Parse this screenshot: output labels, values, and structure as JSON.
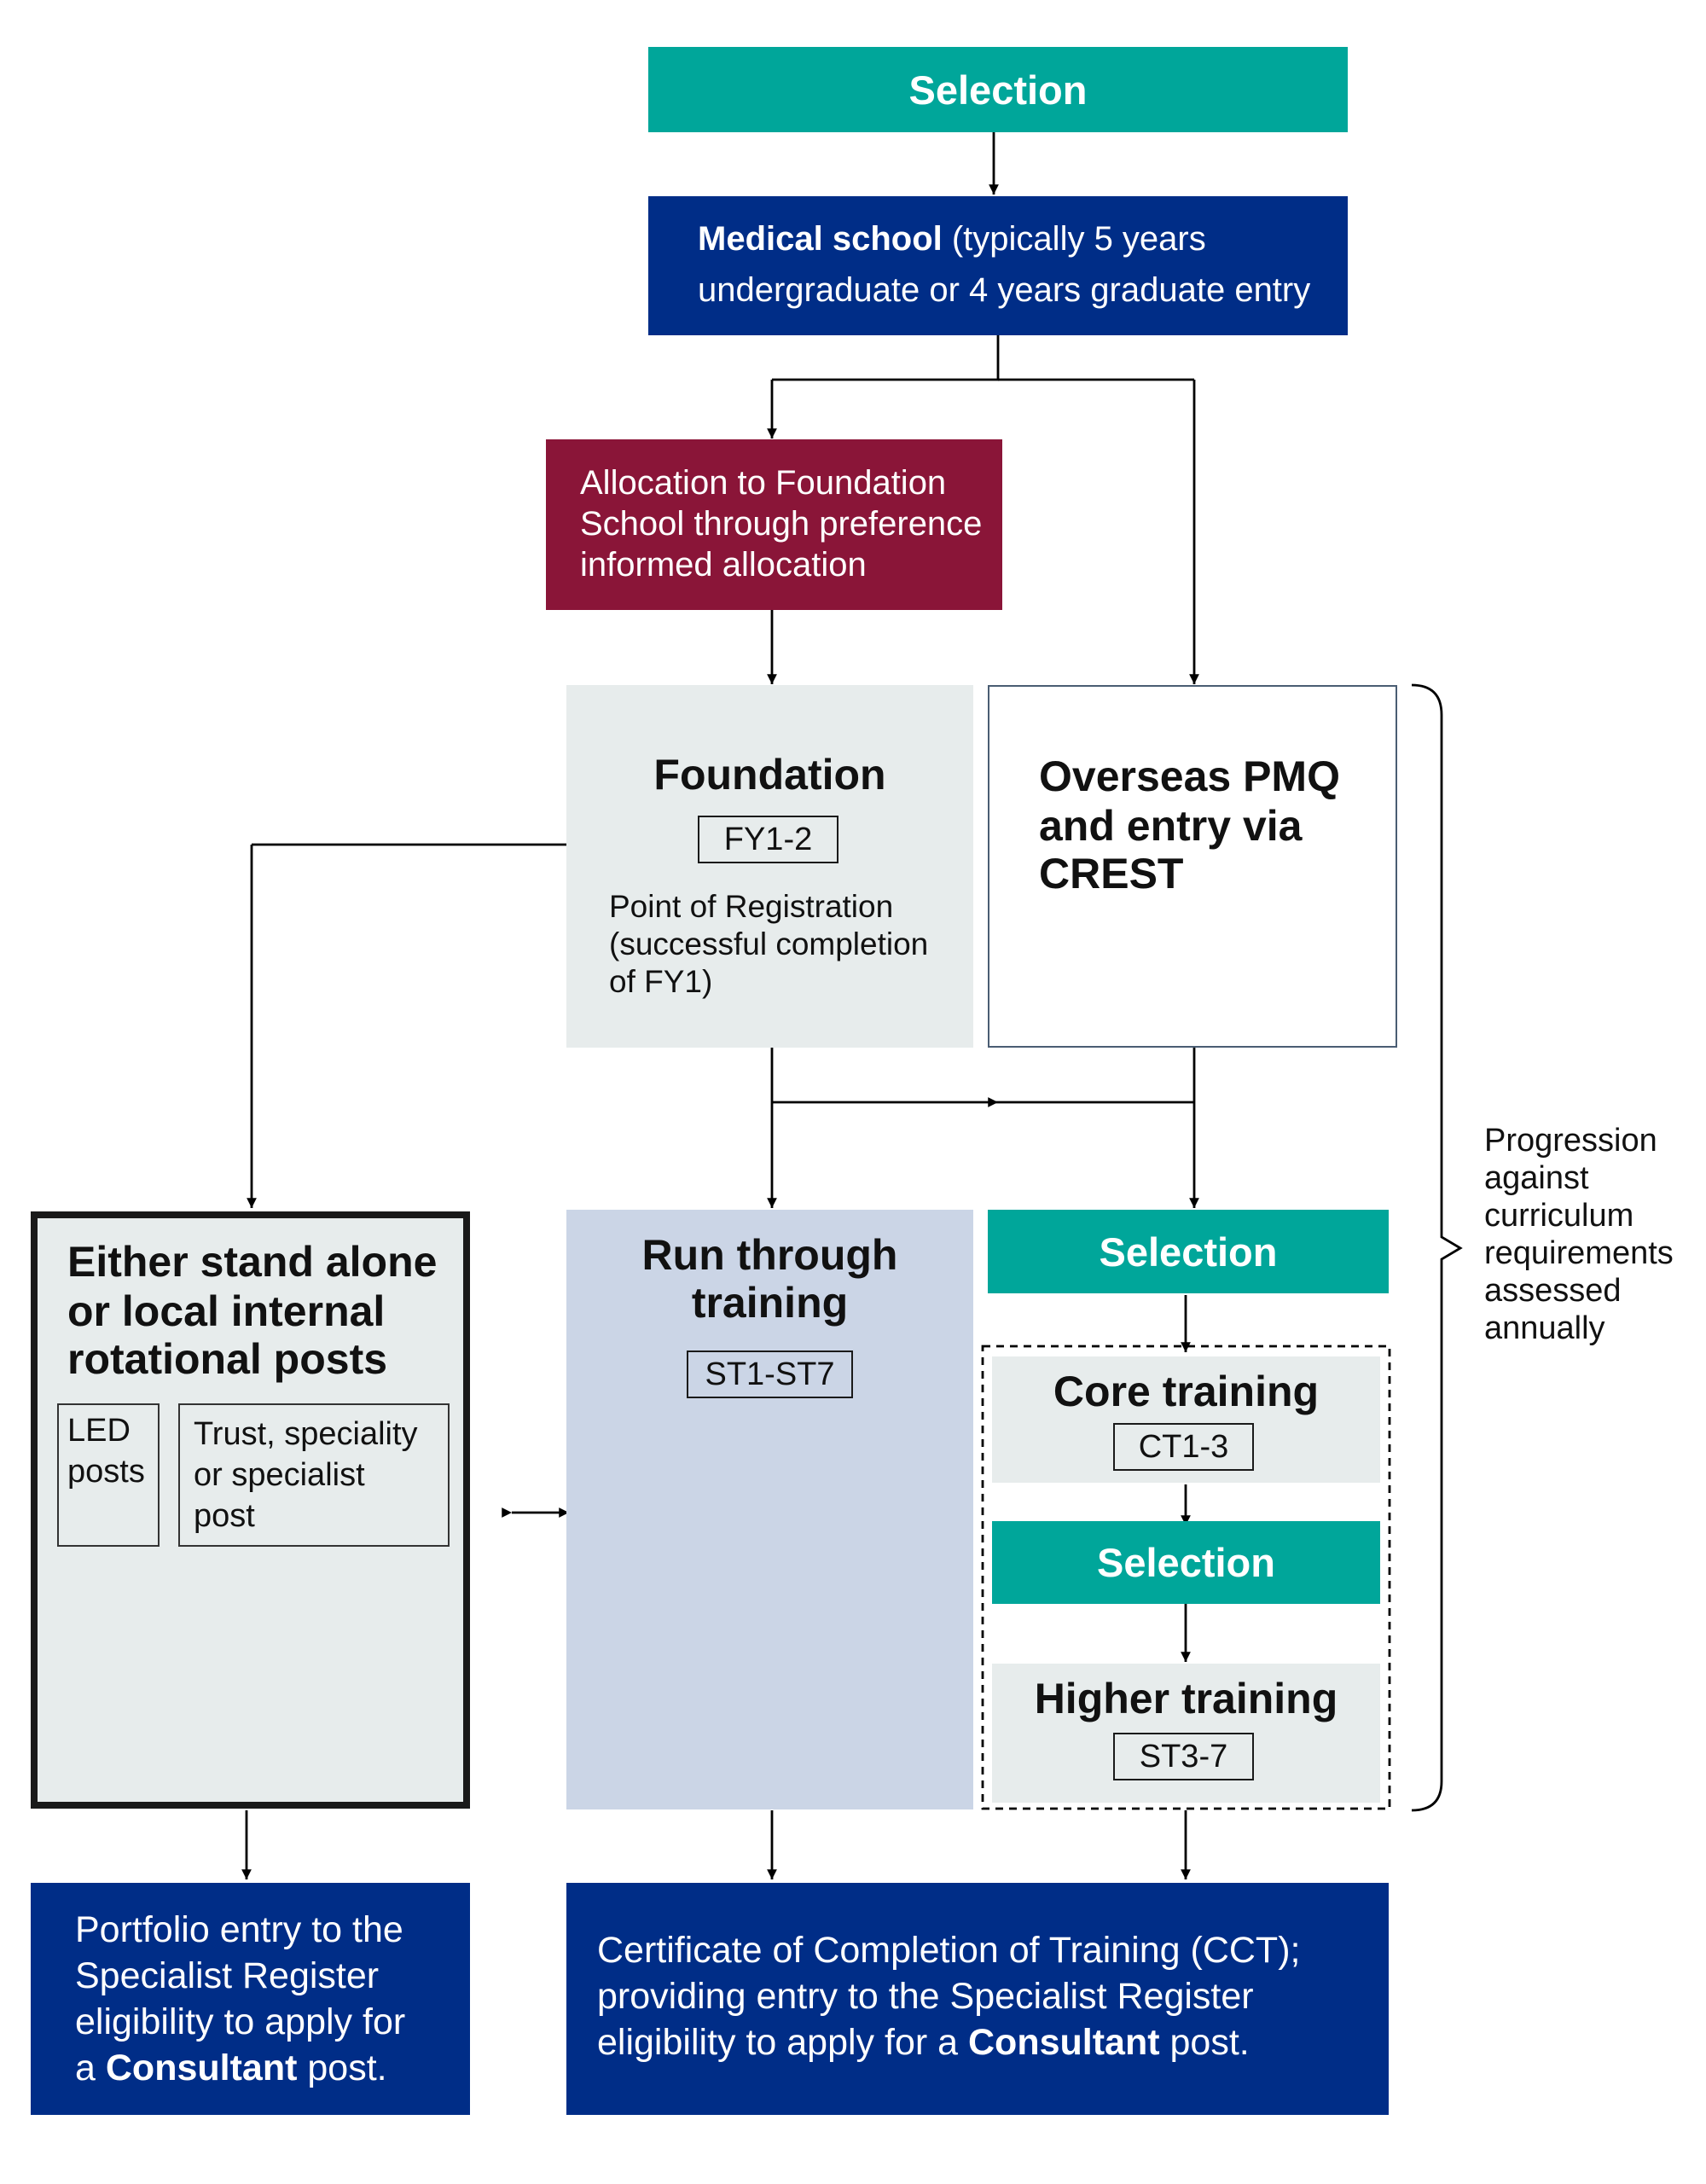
{
  "selection_top": "Selection",
  "medical_school": {
    "bold": "Medical school",
    "line1_rest": " (typically 5 years",
    "line2": "undergraduate or 4 years graduate entry"
  },
  "allocation": [
    "Allocation to Foundation",
    "School through preference",
    "informed allocation"
  ],
  "foundation": {
    "title": "Foundation",
    "tag": "FY1-2",
    "note": [
      "Point of Registration",
      "(successful completion",
      "of FY1)"
    ]
  },
  "overseas": [
    "Overseas PMQ",
    "and entry via",
    "CREST"
  ],
  "standalone": {
    "title": [
      "Either stand alone",
      "or local internal",
      "rotational posts"
    ],
    "led": [
      "LED",
      "posts"
    ],
    "trust": [
      "Trust, speciality",
      "or specialist",
      "post"
    ]
  },
  "run_through": {
    "title": [
      "Run through",
      "training"
    ],
    "tag": "ST1-ST7"
  },
  "selection_mid": "Selection",
  "core": {
    "title": "Core training",
    "tag": "CT1-3"
  },
  "selection_low": "Selection",
  "higher": {
    "title": "Higher training",
    "tag": "ST3-7"
  },
  "progression": [
    "Progression",
    "against",
    "curriculum",
    "requirements",
    "assessed",
    "annually"
  ],
  "portfolio": {
    "line1": "Portfolio entry to the",
    "line2": "Specialist Register",
    "line3": "eligibility to apply for",
    "line4_pre": "a ",
    "line4_bold": "Consultant",
    "line4_post": " post."
  },
  "cct": {
    "line1": "Certificate of Completion of Training (CCT);",
    "line2": "providing entry to the Specialist Register",
    "line3_pre": "eligibility to apply for a ",
    "line3_bold": "Consultant",
    "line3_post": " post."
  },
  "colors": {
    "teal": "#00a69a",
    "navy": "#002d87",
    "maroon": "#8a1538",
    "light_grey": "#e7ecec",
    "light_blue": "#cbd5e6"
  }
}
